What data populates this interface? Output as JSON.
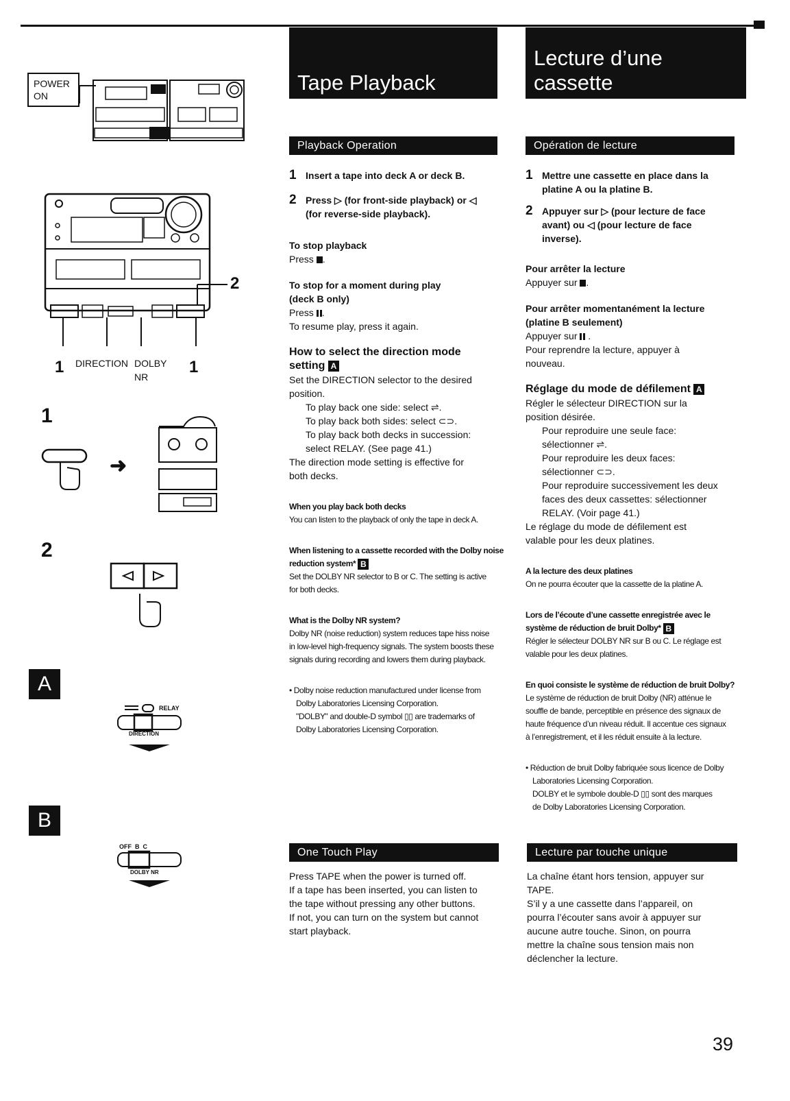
{
  "header": {
    "title_en": "Tape Playback",
    "title_fr_line1": "Lecture d’une",
    "title_fr_line2": "cassette"
  },
  "figures": {
    "power_label_1": "POWER",
    "power_label_2": "ON",
    "callout_2": "2",
    "callout_1_left": "1",
    "callout_1_right": "1",
    "direction_label": "DIRECTION",
    "dolby_label_1": "DOLBY",
    "dolby_label_2": "NR",
    "step1_num": "1",
    "step2_num": "2",
    "box_a": "A",
    "box_b": "B",
    "relay_label": "RELAY",
    "direction_small": "DIRECTION",
    "dolby_nr_small": "DOLBY NR",
    "off_b_c": "OFF  B  C"
  },
  "english": {
    "section1": "Playback Operation",
    "step1_num": "1",
    "step1": "Insert a tape into deck A or deck B.",
    "step2_num": "2",
    "step2_a": "Press ▷ (for front-side playback) or ◁",
    "step2_b": "(for reverse-side playback).",
    "stop_head": "To stop playback",
    "stop_body": "Press",
    "pause_head_1": "To stop for a moment during play",
    "pause_head_2": "(deck B only)",
    "pause_body": "Press",
    "pause_resume": "To resume play, press it again.",
    "dir_head_1": "How to select the direction mode",
    "dir_head_2": "setting",
    "dir_box": "A",
    "dir_body_1": "Set the DIRECTION selector to the desired",
    "dir_body_2": "position.",
    "dir_opt1": "To play back one side: select ⇌.",
    "dir_opt2": "To play back both sides: select ⊂⊃.",
    "dir_opt3_1": "To play back both decks in succession:",
    "dir_opt3_2": "select RELAY. (See page 41.)",
    "dir_effective_1": "The direction mode setting is effective for",
    "dir_effective_2": "both decks.",
    "both_head": "When you play back both decks",
    "both_body": "You can listen to the playback of only the tape in deck A.",
    "dolby_head_1": "When listening to a cassette recorded with the Dolby noise",
    "dolby_head_2": "reduction system*",
    "dolby_box": "B",
    "dolby_body_1": "Set the DOLBY NR selector to B or C. The setting is active",
    "dolby_body_2": "for both decks.",
    "whatis_head": "What is the Dolby NR system?",
    "whatis_body_1": "Dolby NR (noise reduction) system reduces tape hiss noise",
    "whatis_body_2": "in low-level high-frequency signals. The system boosts these",
    "whatis_body_3": "signals during recording and lowers them during playback.",
    "note_1": "• Dolby noise reduction manufactured under license from",
    "note_2": "Dolby Laboratories Licensing Corporation.",
    "note_3": "\"DOLBY\" and double-D symbol ▯▯ are trademarks of",
    "note_4": "Dolby Laboratories Licensing Corporation.",
    "section2": "One Touch Play",
    "otp_1": "Press TAPE when the power is turned off.",
    "otp_2": "If a tape has been inserted, you can listen to",
    "otp_3": "the tape without pressing any other buttons.",
    "otp_4": "If not, you can turn on the system but cannot",
    "otp_5": "start playback."
  },
  "french": {
    "section1": "Opération de lecture",
    "step1_num": "1",
    "step1_a": "Mettre une cassette en place dans la",
    "step1_b": "platine A ou la platine B.",
    "step2_num": "2",
    "step2_a": "Appuyer sur ▷ (pour lecture de face",
    "step2_b": "avant) ou ◁ (pour lecture de face",
    "step2_c": "inverse).",
    "stop_head": "Pour arrêter la lecture",
    "stop_body": "Appuyer sur",
    "pause_head_1": "Pour arrêter momentanément la lecture",
    "pause_head_2": "(platine B seulement)",
    "pause_body": "Appuyer sur",
    "pause_resume_1": "Pour reprendre la lecture, appuyer à",
    "pause_resume_2": "nouveau.",
    "dir_head": "Réglage du mode de défilement",
    "dir_box": "A",
    "dir_body_1": "Régler le sélecteur DIRECTION sur la",
    "dir_body_2": "position désirée.",
    "dir_opt1_1": "Pour reproduire une seule face:",
    "dir_opt1_2": "sélectionner ⇌.",
    "dir_opt2_1": "Pour reproduire les deux faces:",
    "dir_opt2_2": "sélectionner ⊂⊃.",
    "dir_opt3_1": "Pour reproduire successivement les deux",
    "dir_opt3_2": "faces des deux cassettes: sélectionner",
    "dir_opt3_3": "RELAY. (Voir page 41.)",
    "dir_effective_1": "Le réglage du mode de défilement est",
    "dir_effective_2": "valable pour les deux platines.",
    "both_head": "A la lecture des deux platines",
    "both_body": "On ne pourra écouter que la cassette de la platine A.",
    "dolby_head_1": "Lors de l’écoute d’une cassette enregistrée avec le",
    "dolby_head_2": "système de réduction de bruit Dolby*",
    "dolby_box": "B",
    "dolby_body_1": "Régler le sélecteur DOLBY NR sur B ou C. Le réglage est",
    "dolby_body_2": "valable pour les deux platines.",
    "whatis_head": "En quoi consiste le système de réduction de bruit Dolby?",
    "whatis_body_1": "Le système de réduction de bruit Dolby (NR) atténue le",
    "whatis_body_2": "souffle de bande, perceptible en présence des signaux de",
    "whatis_body_3": "haute fréquence d’un niveau réduit. Il accentue ces signaux",
    "whatis_body_4": "à l’enregistrement, et il les réduit ensuite à la lecture.",
    "note_1": "• Réduction de bruit Dolby fabriquée sous licence de Dolby",
    "note_2": "Laboratories Licensing Corporation.",
    "note_3": "DOLBY et le symbole double-D ▯▯ sont des marques",
    "note_4": "de Dolby Laboratories Licensing Corporation.",
    "section2": "Lecture par touche unique",
    "otp_1": "La chaîne étant hors tension, appuyer sur",
    "otp_2": "TAPE.",
    "otp_3": "S’il y a une cassette dans l’appareil, on",
    "otp_4": "pourra l’écouter sans avoir à appuyer sur",
    "otp_5": "aucune autre touche. Sinon, on pourra",
    "otp_6": "mettre la chaîne sous tension mais non",
    "otp_7": "déclencher la lecture."
  },
  "page_number": "39"
}
